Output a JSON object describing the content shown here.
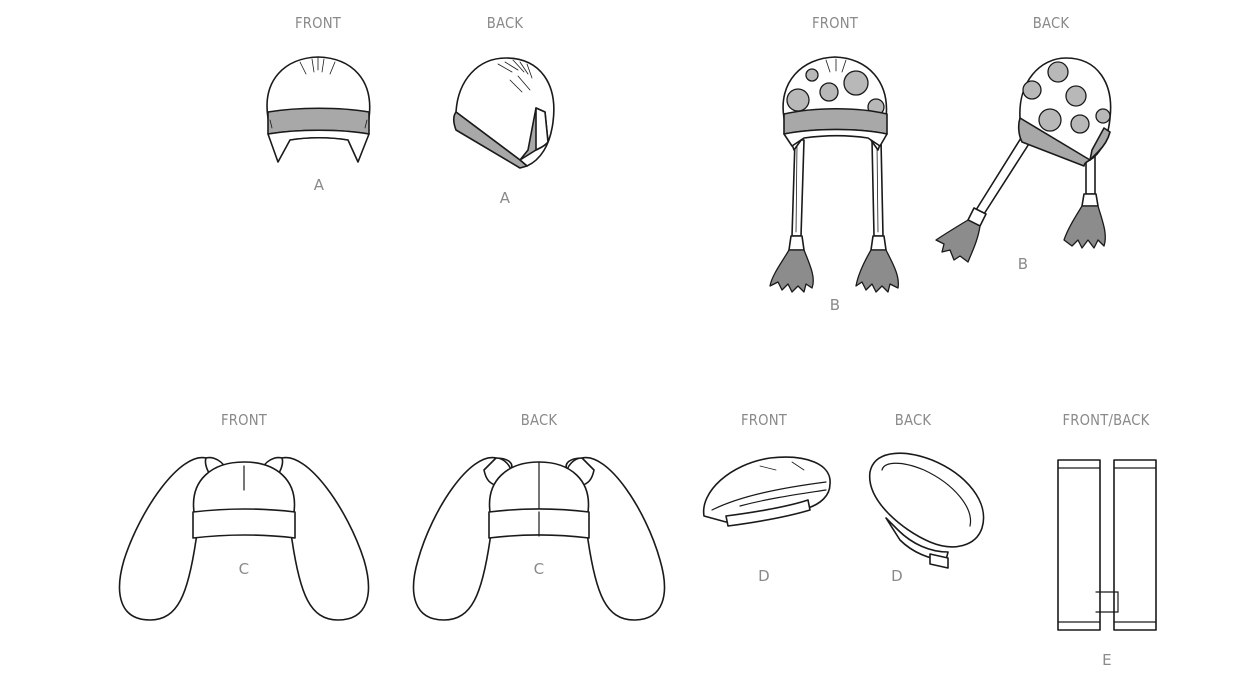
{
  "views": {
    "a_front": {
      "view": "FRONT",
      "letter": "A"
    },
    "a_back": {
      "view": "BACK",
      "letter": "A"
    },
    "b_front": {
      "view": "FRONT",
      "letter": "B"
    },
    "b_back": {
      "view": "BACK",
      "letter": "B"
    },
    "c_front": {
      "view": "FRONT",
      "letter": "C"
    },
    "c_back": {
      "view": "BACK",
      "letter": "C"
    },
    "d_front": {
      "view": "FRONT",
      "letter": "D"
    },
    "d_back": {
      "view": "BACK",
      "letter": "D"
    },
    "e_frontback": {
      "view": "FRONT/BACK",
      "letter": "E"
    }
  },
  "colors": {
    "line": "#1a1a1a",
    "band_fill": "#a8a8a8",
    "label": "#8a8a8a"
  }
}
